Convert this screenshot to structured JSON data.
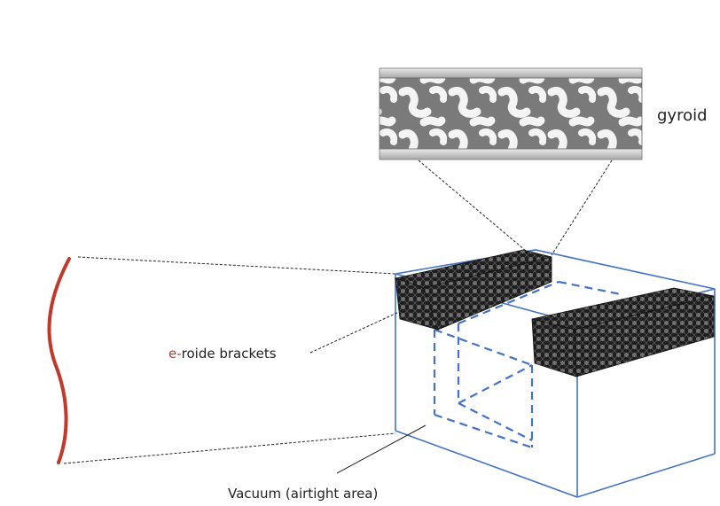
{
  "labels": {
    "gyroid": "gyroid",
    "bracket_prefix": "e-",
    "bracket_rest": "roide brackets",
    "vacuum": "Vacuum (airtight area)"
  },
  "colors": {
    "box": "#4472c4",
    "accent": "#c0392b",
    "lattice": "#2b2b2b",
    "text": "#222222"
  }
}
